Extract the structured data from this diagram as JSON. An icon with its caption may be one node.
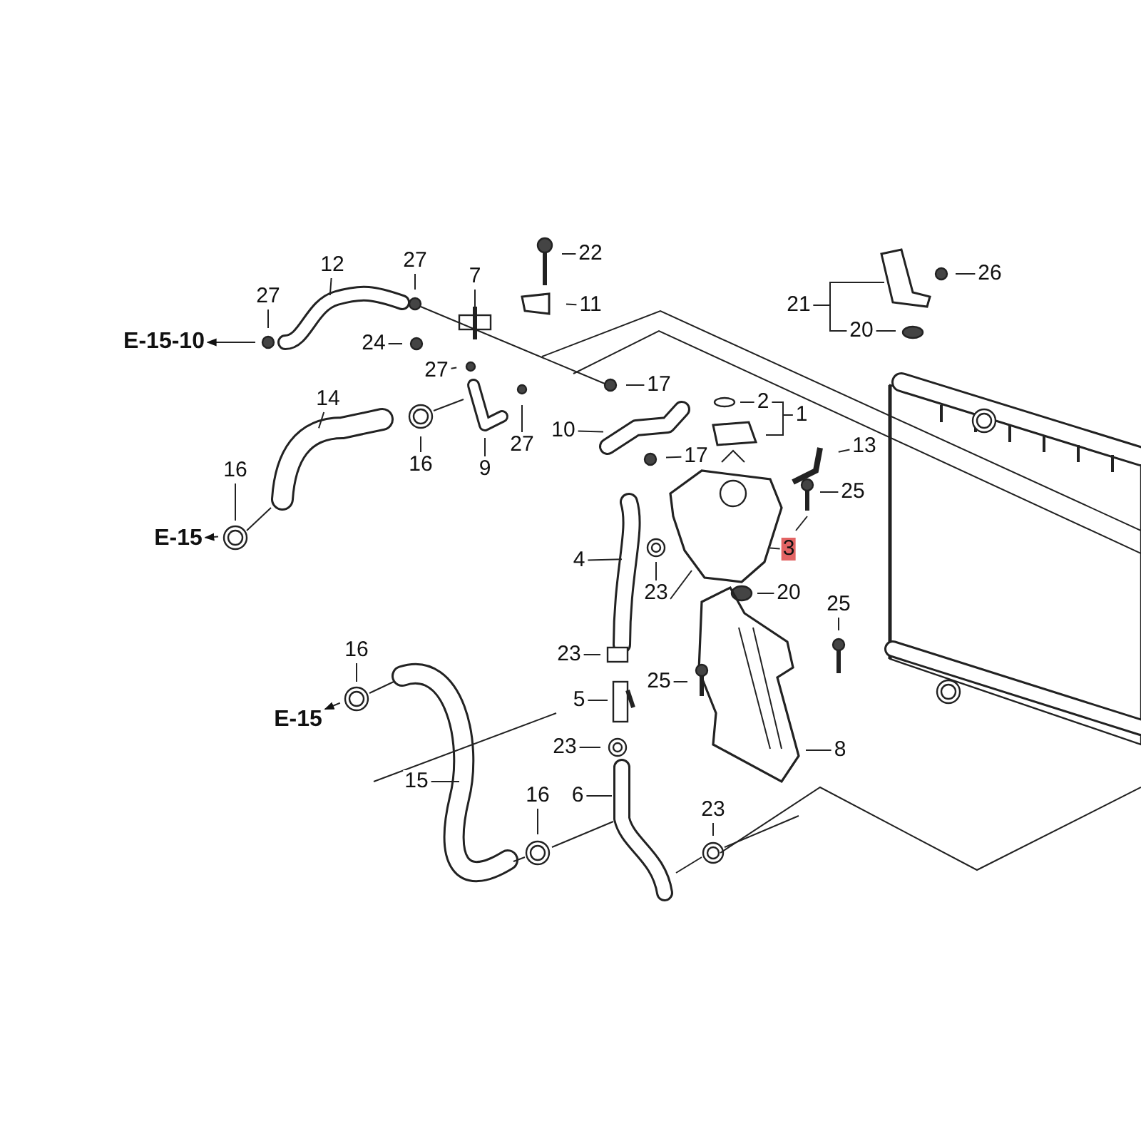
{
  "diagram": {
    "nodes": [
      {
        "text": [
          "E-15-10"
        ]
      },
      {
        "text": [
          "27"
        ]
      },
      {
        "text": [
          "12"
        ]
      },
      {
        "text": [
          "27"
        ]
      },
      {
        "text": [
          "7"
        ]
      },
      {
        "text": [
          "22"
        ]
      },
      {
        "text": [
          "11"
        ]
      },
      {
        "text": [
          "24"
        ]
      },
      {
        "text": [
          "27"
        ]
      },
      {
        "text": [
          "17"
        ]
      },
      {
        "text": [
          "2"
        ]
      },
      {
        "text": [
          "1"
        ]
      },
      {
        "text": [
          "14"
        ]
      },
      {
        "text": [
          "16"
        ]
      },
      {
        "text": [
          "9"
        ]
      },
      {
        "text": [
          "27"
        ]
      },
      {
        "text": [
          "10"
        ]
      },
      {
        "text": [
          "17"
        ]
      },
      {
        "text": [
          "13"
        ]
      },
      {
        "text": [
          "16"
        ]
      },
      {
        "text": [
          "E-15"
        ]
      },
      {
        "text": [
          "25"
        ]
      },
      {
        "text": [
          "4"
        ]
      },
      {
        "text": [
          "23"
        ]
      },
      {
        "text": [
          "3"
        ]
      },
      {
        "text": [
          "26"
        ]
      },
      {
        "text": [
          "21"
        ]
      },
      {
        "text": [
          "20"
        ]
      },
      {
        "text": [
          "20"
        ]
      },
      {
        "text": [
          "25"
        ]
      },
      {
        "text": [
          "23"
        ]
      },
      {
        "text": [
          "25"
        ]
      },
      {
        "text": [
          "5"
        ]
      },
      {
        "text": [
          "23"
        ]
      },
      {
        "text": [
          "8"
        ]
      },
      {
        "text": [
          "16"
        ]
      },
      {
        "text": [
          "E-15"
        ]
      },
      {
        "text": [
          "15"
        ]
      },
      {
        "text": [
          "6"
        ]
      },
      {
        "text": [
          "16"
        ]
      },
      {
        "text": [
          "23"
        ]
      }
    ],
    "edges": [
      {
        "from": null,
        "to": 0,
        "arrow": "to"
      },
      {
        "from": 1,
        "to": null,
        "arrow": "none"
      },
      {
        "from": 2,
        "to": null,
        "arrow": "none"
      },
      {
        "from": 3,
        "to": null,
        "arrow": "none"
      },
      {
        "from": 4,
        "to": null,
        "arrow": "none"
      },
      {
        "from": 5,
        "to": null,
        "arrow": "none"
      },
      {
        "from": 6,
        "to": null,
        "arrow": "none"
      },
      {
        "from": 7,
        "to": null,
        "arrow": "none"
      },
      {
        "from": 8,
        "to": null,
        "arrow": "none"
      },
      {
        "from": 9,
        "to": null,
        "arrow": "none"
      },
      {
        "from": 10,
        "to": null,
        "arrow": "none"
      },
      {
        "from": 11,
        "to": 10,
        "arrow": "none"
      },
      {
        "from": 11,
        "to": null,
        "arrow": "none"
      },
      {
        "from": 12,
        "to": null,
        "arrow": "none"
      },
      {
        "from": 13,
        "to": null,
        "arrow": "none"
      },
      {
        "from": 14,
        "to": null,
        "arrow": "none"
      },
      {
        "from": 15,
        "to": null,
        "arrow": "none"
      },
      {
        "from": 16,
        "to": null,
        "arrow": "none"
      },
      {
        "from": 17,
        "to": null,
        "arrow": "none"
      },
      {
        "from": 18,
        "to": null,
        "arrow": "none"
      },
      {
        "from": 19,
        "to": null,
        "arrow": "none"
      },
      {
        "from": null,
        "to": 20,
        "arrow": "to"
      },
      {
        "from": 21,
        "to": null,
        "arrow": "none"
      },
      {
        "from": 22,
        "to": null,
        "arrow": "none"
      },
      {
        "from": 23,
        "to": null,
        "arrow": "none"
      },
      {
        "from": 24,
        "to": null,
        "arrow": "none"
      },
      {
        "from": 25,
        "to": null,
        "arrow": "none"
      },
      {
        "from": 26,
        "to": null,
        "arrow": "none"
      },
      {
        "from": 26,
        "to": 27,
        "arrow": "none"
      },
      {
        "from": 27,
        "to": null,
        "arrow": "none"
      },
      {
        "from": 28,
        "to": null,
        "arrow": "none"
      },
      {
        "from": 29,
        "to": null,
        "arrow": "none"
      },
      {
        "from": 30,
        "to": null,
        "arrow": "none"
      },
      {
        "from": 31,
        "to": null,
        "arrow": "none"
      },
      {
        "from": 32,
        "to": null,
        "arrow": "none"
      },
      {
        "from": 33,
        "to": null,
        "arrow": "none"
      },
      {
        "from": 34,
        "to": null,
        "arrow": "none"
      },
      {
        "from": 35,
        "to": null,
        "arrow": "none"
      },
      {
        "from": null,
        "to": 36,
        "arrow": "to"
      },
      {
        "from": 37,
        "to": null,
        "arrow": "none"
      },
      {
        "from": 38,
        "to": null,
        "arrow": "none"
      },
      {
        "from": 39,
        "to": null,
        "arrow": "none"
      },
      {
        "from": 40,
        "to": null,
        "arrow": "none"
      }
    ]
  }
}
